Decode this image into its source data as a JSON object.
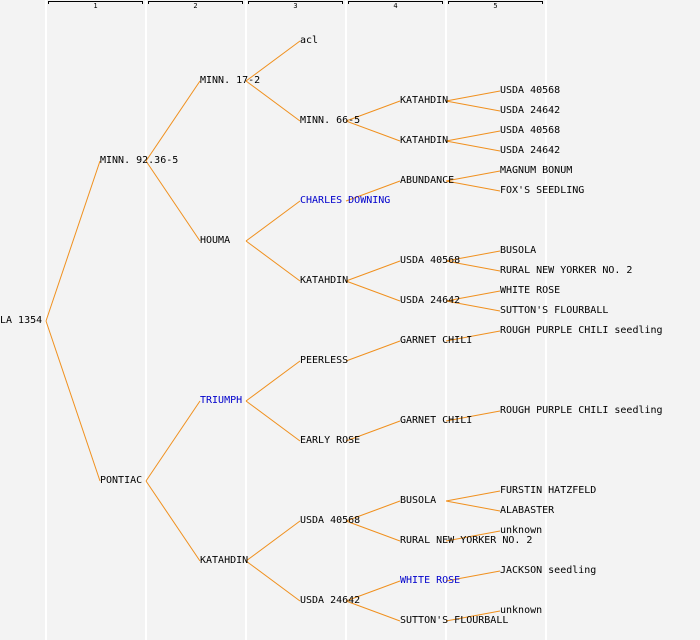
{
  "columns": [
    "1",
    "2",
    "3",
    "4",
    "5"
  ],
  "colors": {
    "line": "#f0901e",
    "link": "#0000cc",
    "text": "#000000",
    "background": "#f3f3f3"
  },
  "tree": {
    "label": "LA 1354",
    "children": [
      {
        "label": "MINN. 92.36-5",
        "children": [
          {
            "label": "MINN. 17-2",
            "children": [
              {
                "label": "acl",
                "children": []
              },
              {
                "label": "MINN. 66-5",
                "children": [
                  {
                    "label": "KATAHDIN",
                    "children": [
                      {
                        "label": "USDA 40568"
                      },
                      {
                        "label": "USDA 24642"
                      }
                    ]
                  },
                  {
                    "label": "KATAHDIN",
                    "children": [
                      {
                        "label": "USDA 40568"
                      },
                      {
                        "label": "USDA 24642"
                      }
                    ]
                  }
                ]
              }
            ]
          },
          {
            "label": "HOUMA",
            "children": [
              {
                "label": "CHARLES DOWNING",
                "link": true,
                "children": [
                  {
                    "label": "ABUNDANCE",
                    "children": [
                      {
                        "label": "MAGNUM BONUM"
                      },
                      {
                        "label": "FOX'S SEEDLING"
                      }
                    ]
                  },
                  null
                ]
              },
              {
                "label": "KATAHDIN",
                "children": [
                  {
                    "label": "USDA 40568",
                    "children": [
                      {
                        "label": "BUSOLA"
                      },
                      {
                        "label": "RURAL NEW YORKER NO. 2"
                      }
                    ]
                  },
                  {
                    "label": "USDA 24642",
                    "children": [
                      {
                        "label": "WHITE ROSE"
                      },
                      {
                        "label": "SUTTON'S FLOURBALL"
                      }
                    ]
                  }
                ]
              }
            ]
          }
        ]
      },
      {
        "label": "PONTIAC",
        "children": [
          {
            "label": "TRIUMPH",
            "link": true,
            "children": [
              {
                "label": "PEERLESS",
                "children": [
                  {
                    "label": "GARNET CHILI",
                    "children": [
                      {
                        "label": "ROUGH PURPLE CHILI seedling"
                      },
                      null
                    ]
                  },
                  null
                ]
              },
              {
                "label": "EARLY ROSE",
                "children": [
                  {
                    "label": "GARNET CHILI",
                    "children": [
                      {
                        "label": "ROUGH PURPLE CHILI seedling"
                      },
                      null
                    ]
                  },
                  null
                ]
              }
            ]
          },
          {
            "label": "KATAHDIN",
            "children": [
              {
                "label": "USDA 40568",
                "children": [
                  {
                    "label": "BUSOLA",
                    "children": [
                      {
                        "label": "FURSTIN HATZFELD"
                      },
                      {
                        "label": "ALABASTER"
                      }
                    ]
                  },
                  {
                    "label": "RURAL NEW YORKER NO. 2",
                    "children": [
                      {
                        "label": "unknown"
                      },
                      null
                    ]
                  }
                ]
              },
              {
                "label": "USDA 24642",
                "children": [
                  {
                    "label": "WHITE ROSE",
                    "link": true,
                    "children": [
                      {
                        "label": "JACKSON seedling"
                      },
                      null
                    ]
                  },
                  {
                    "label": "SUTTON'S FLOURBALL",
                    "children": [
                      {
                        "label": "unknown"
                      },
                      null
                    ]
                  }
                ]
              }
            ]
          }
        ]
      }
    ]
  }
}
